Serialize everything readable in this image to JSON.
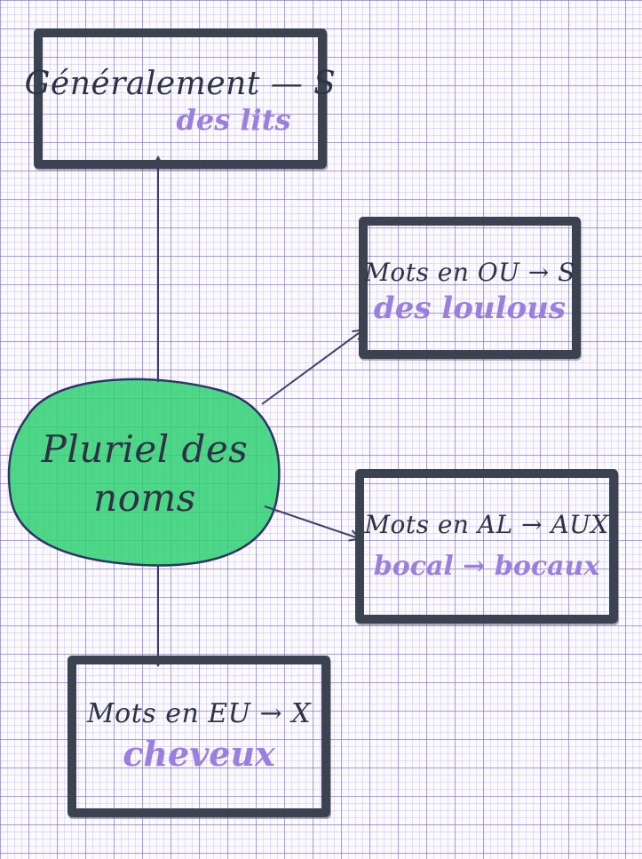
{
  "center": {
    "line1": "Pluriel des",
    "line2": "noms"
  },
  "boxes": {
    "general": {
      "rule": "Généralement — S",
      "example": "des lits"
    },
    "ou": {
      "rule": "Mots en OU → S",
      "example": "des loulous"
    },
    "al": {
      "rule": "Mots en AL → AUX",
      "example": "bocal → bocaux"
    },
    "eu": {
      "rule": "Mots en EU → X",
      "example": "cheveux"
    }
  },
  "colors": {
    "blob_fill": "#2fd072",
    "box_border": "#3b4250",
    "ink": "#2d3245",
    "example_ink": "#9a7ee0",
    "arrow": "#3a3f6e"
  }
}
